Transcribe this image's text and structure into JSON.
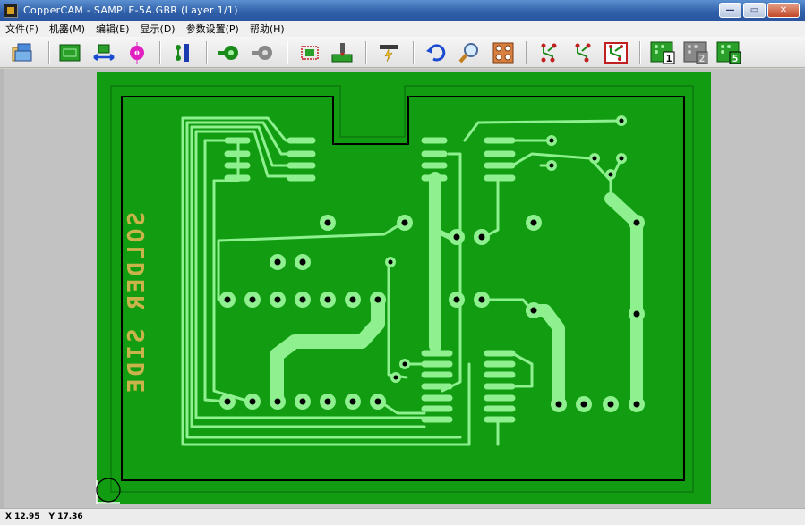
{
  "window": {
    "title": "CopperCAM  -  SAMPLE-5A.GBR   (Layer 1/1)",
    "minimize_glyph": "—",
    "maximize_glyph": "▭",
    "close_glyph": "✕"
  },
  "menu": [
    {
      "label": "文件(F)"
    },
    {
      "label": "机器(M)"
    },
    {
      "label": "编辑(E)"
    },
    {
      "label": "显示(D)"
    },
    {
      "label": "参数设置(P)"
    },
    {
      "label": "帮助(H)"
    }
  ],
  "toolbar": {
    "buttons": [
      {
        "name": "open-file-icon"
      },
      {
        "name": "board-dimensions-icon"
      },
      {
        "name": "mirror-swap-icon"
      },
      {
        "name": "drill-hole-icon"
      },
      {
        "name": "track-join-icon"
      },
      {
        "name": "pad-round-icon"
      },
      {
        "name": "pad-shape-icon"
      },
      {
        "name": "contour-icon"
      },
      {
        "name": "mill-cutter-icon"
      },
      {
        "name": "drill-spark-icon"
      },
      {
        "name": "undo-icon"
      },
      {
        "name": "zoom-icon"
      },
      {
        "name": "pads-grid-icon"
      },
      {
        "name": "traces-select-icon"
      },
      {
        "name": "traces-add-icon"
      },
      {
        "name": "traces-red-icon"
      },
      {
        "name": "layer-1-icon",
        "badge": "1"
      },
      {
        "name": "layer-2-icon",
        "badge": "2"
      },
      {
        "name": "layer-5-icon",
        "badge": "5"
      }
    ]
  },
  "board": {
    "silkscreen_text": "SOLDER SIDE",
    "colors": {
      "substrate": "#119c11",
      "copper": "#8ef08e",
      "hole": "#000000",
      "outline": "#000000",
      "silk": "#c8b44a",
      "background": "#c2c2c2"
    }
  },
  "status": {
    "x_coord": "X 12.95",
    "y_coord": "Y 17.36"
  }
}
